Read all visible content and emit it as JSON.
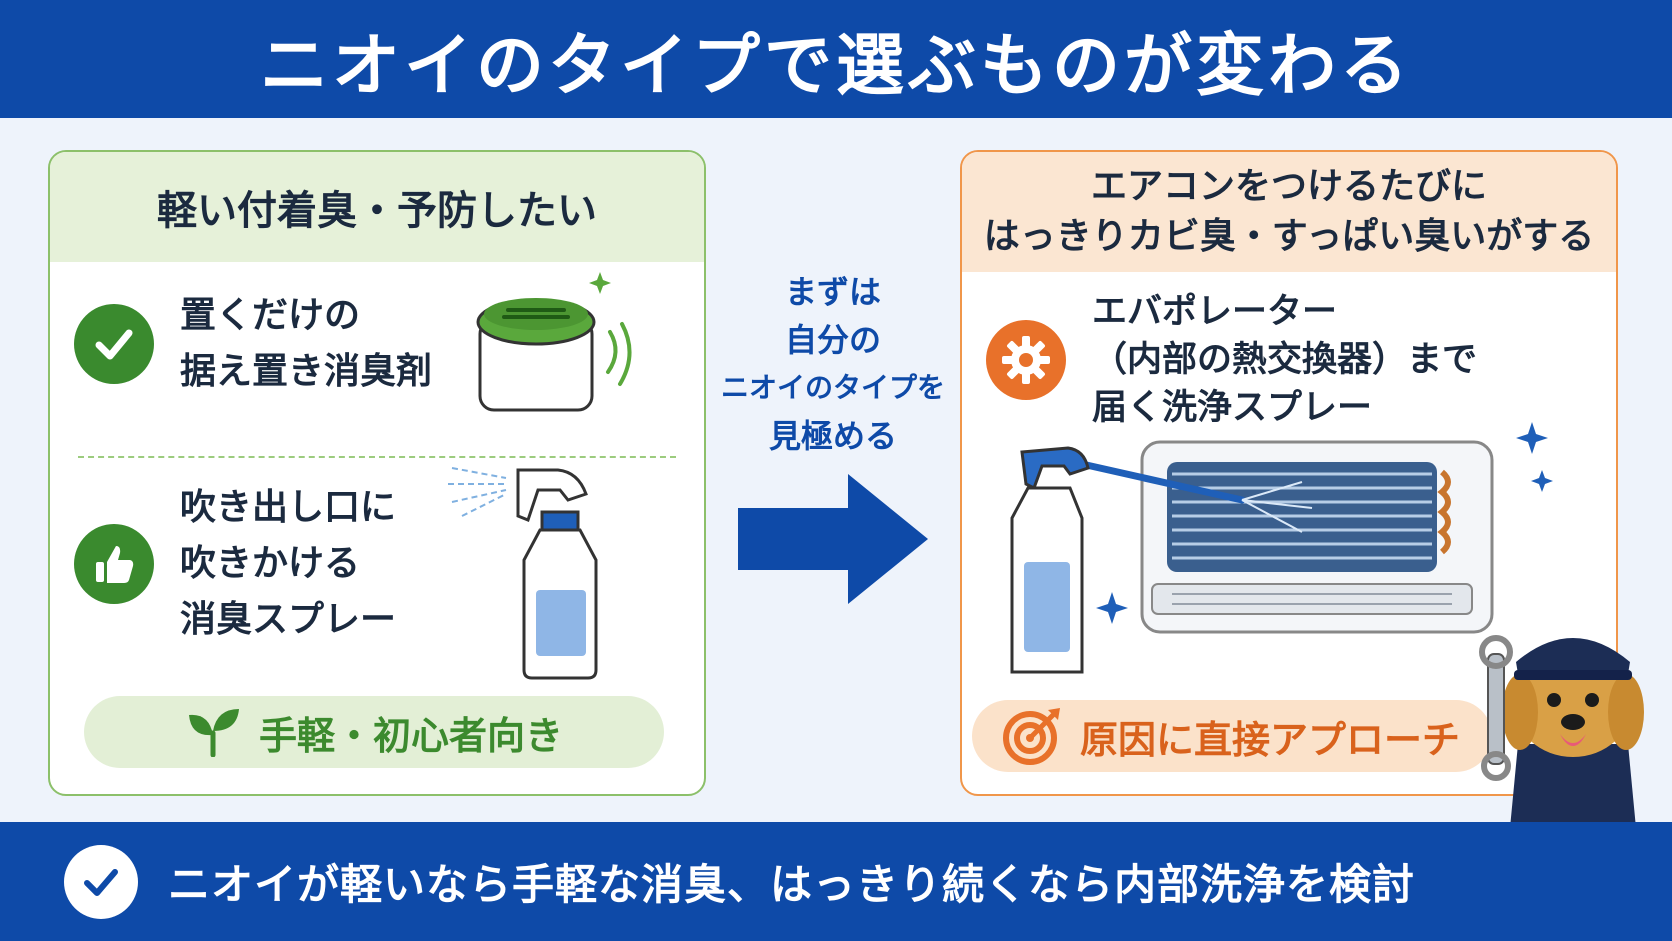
{
  "title": "ニオイのタイプで選ぶものが変わる",
  "left_panel": {
    "heading": "軽い付着臭・予防したい",
    "option1": {
      "line1": "置くだけの",
      "line2": "据え置き消臭剤",
      "icon": "check-icon"
    },
    "option2": {
      "line1": "吹き出し口に",
      "line2": "吹きかける",
      "line3": "消臭スプレー",
      "icon": "thumbs-up-icon"
    },
    "footer": {
      "label": "手軽・初心者向き",
      "icon": "sprout-icon"
    }
  },
  "middle": {
    "line1": "まずは",
    "line2": "自分の",
    "line3": "ニオイのタイプを",
    "line4": "見極める",
    "icon": "arrow-right-icon"
  },
  "right_panel": {
    "heading_line1": "エアコンをつけるたびに",
    "heading_line2": "はっきりカビ臭・すっぱい臭いがする",
    "option": {
      "line1": "エバポレーター",
      "line2": "（内部の熱交換器）まで",
      "line3": "届く洗浄スプレー",
      "icon": "gear-icon"
    },
    "footer": {
      "label": "原因に直接アプローチ",
      "icon": "target-icon"
    }
  },
  "bottom_banner": {
    "message": "ニオイが軽いなら手軽な消臭、はっきり続くなら内部洗浄を検討",
    "icon": "check-circle-icon"
  },
  "colors": {
    "primary_blue": "#0e4aa8",
    "green": "#3a8a2e",
    "orange": "#e8712a"
  }
}
